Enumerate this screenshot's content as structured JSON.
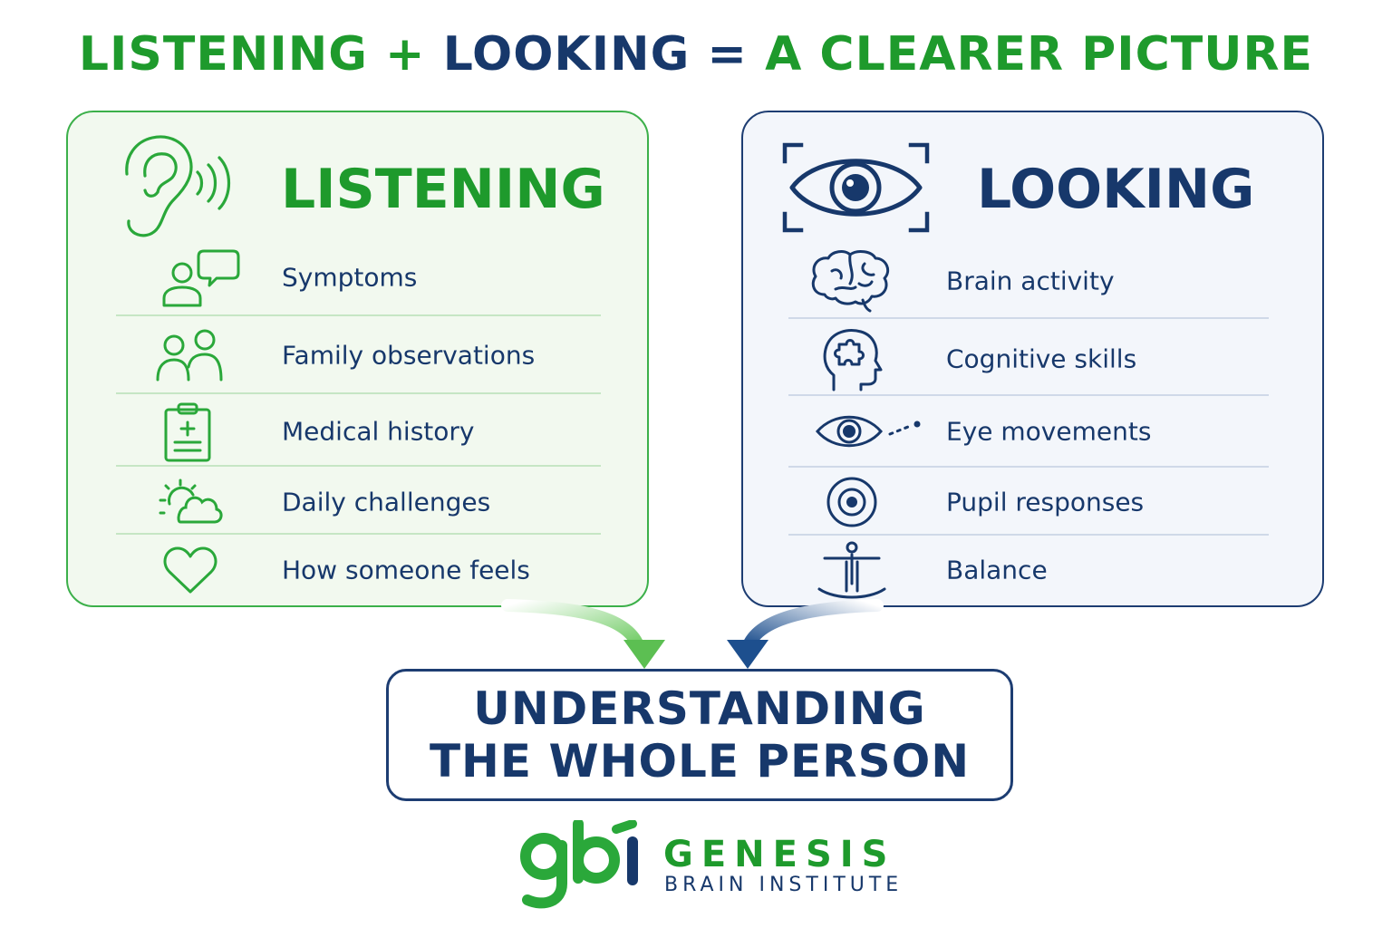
{
  "title": {
    "part1": "LISTENING",
    "plus": "+",
    "part2": "LOOKING",
    "equals": "=",
    "part3": "A CLEARER PICTURE"
  },
  "listening": {
    "heading": "LISTENING",
    "icon": "ear-with-sound-waves-icon",
    "items": [
      {
        "label": "Symptoms",
        "icon": "people-speech-bubble-icon"
      },
      {
        "label": "Family observations",
        "icon": "two-people-icon"
      },
      {
        "label": "Medical history",
        "icon": "clipboard-medical-icon"
      },
      {
        "label": "Daily challenges",
        "icon": "sun-cloud-icon"
      },
      {
        "label": "How someone feels",
        "icon": "heart-icon"
      }
    ]
  },
  "looking": {
    "heading": "LOOKING",
    "icon": "eye-in-frame-icon",
    "items": [
      {
        "label": "Brain activity",
        "icon": "brain-icon"
      },
      {
        "label": "Cognitive skills",
        "icon": "head-puzzle-icon"
      },
      {
        "label": "Eye movements",
        "icon": "eye-tracking-icon"
      },
      {
        "label": "Pupil responses",
        "icon": "target-pupil-icon"
      },
      {
        "label": "Balance",
        "icon": "balance-figure-icon"
      }
    ]
  },
  "result": {
    "line1": "UNDERSTANDING",
    "line2": "THE WHOLE PERSON"
  },
  "logo": {
    "mark": "gbi",
    "name": "GENESIS",
    "subtitle": "BRAIN INSTITUTE"
  },
  "colors": {
    "green": "#1e9a2c",
    "navy": "#17386b",
    "green_panel_bg": "#f2f9ef",
    "navy_panel_bg": "#f3f6fb"
  }
}
